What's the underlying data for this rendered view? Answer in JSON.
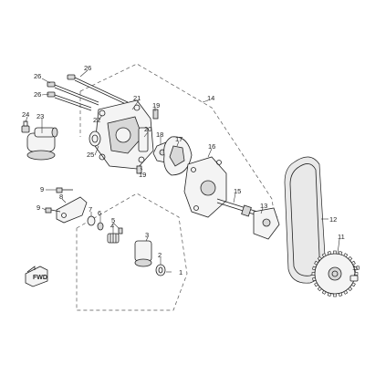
{
  "labels": {
    "p1": "1",
    "p2": "2",
    "p3": "3",
    "p4": "4",
    "p5": "5",
    "p6": "6",
    "p7": "7",
    "p8": "8",
    "p9a": "9",
    "p9b": "9",
    "p10": "10",
    "p11": "11",
    "p12": "12",
    "p13": "13",
    "p14": "14",
    "p15": "15",
    "p16": "16",
    "p17": "17",
    "p18": "18",
    "p19a": "19",
    "p19b": "19",
    "p20": "20",
    "p21": "21",
    "p22": "22",
    "p23": "23",
    "p24": "24",
    "p25": "25",
    "p26a": "26",
    "p26b": "26",
    "p26c": "26"
  },
  "badge": "FWD"
}
